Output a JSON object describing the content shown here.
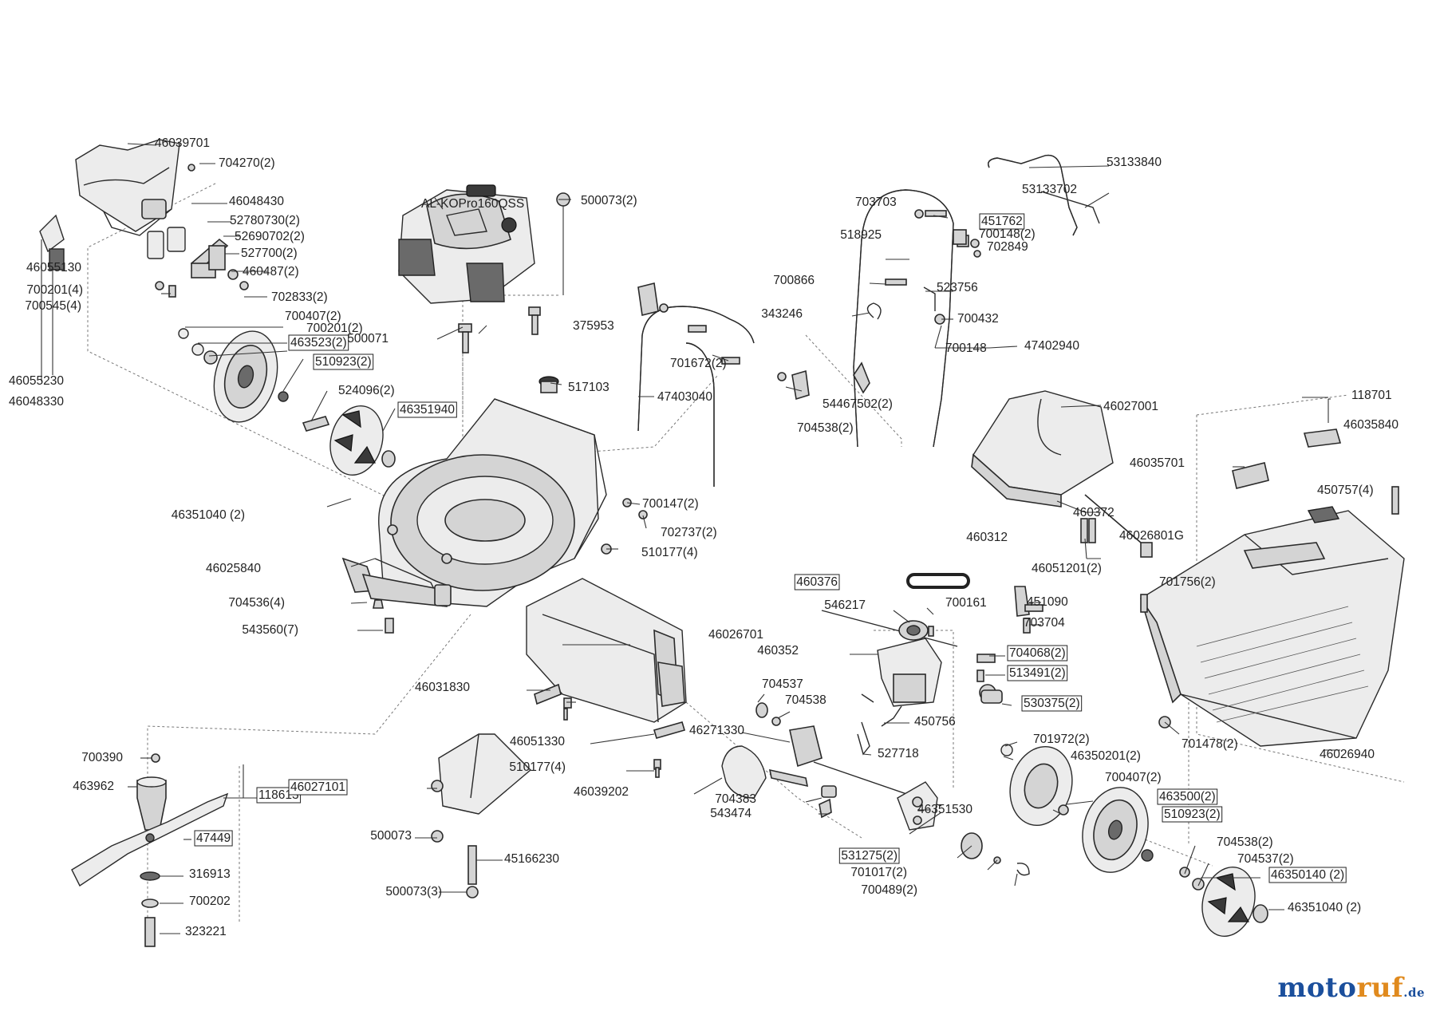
{
  "labels": [
    {
      "id": "l01",
      "text": "46039701"
    },
    {
      "id": "l02",
      "text": "704270(2)"
    },
    {
      "id": "l03",
      "text": "46048430"
    },
    {
      "id": "l04",
      "text": "52780730(2)"
    },
    {
      "id": "l05",
      "text": "52690702(2)"
    },
    {
      "id": "l06",
      "text": "527700(2)"
    },
    {
      "id": "l07",
      "text": "460487(2)"
    },
    {
      "id": "l08",
      "text": "46055130"
    },
    {
      "id": "l09",
      "text": "700201(4)"
    },
    {
      "id": "l10",
      "text": "700545(4)"
    },
    {
      "id": "l11",
      "text": "702833(2)"
    },
    {
      "id": "l12",
      "text": "700407(2)"
    },
    {
      "id": "l13",
      "text": "700201(2)"
    },
    {
      "id": "l14",
      "text": "463523(2)"
    },
    {
      "id": "l15",
      "text": "510923(2)"
    },
    {
      "id": "l16",
      "text": "46055230"
    },
    {
      "id": "l17",
      "text": "46048330"
    },
    {
      "id": "l18",
      "text": "524096(2)"
    },
    {
      "id": "l19",
      "text": "46351940"
    },
    {
      "id": "l20",
      "text": "46351040 (2)"
    },
    {
      "id": "l21",
      "text": "AL-KOPro160QSS"
    },
    {
      "id": "l22",
      "text": "500073(2)"
    },
    {
      "id": "l23",
      "text": "500071"
    },
    {
      "id": "l24",
      "text": "375953"
    },
    {
      "id": "l25",
      "text": "517103"
    },
    {
      "id": "l26",
      "text": "46025840"
    },
    {
      "id": "l27",
      "text": "704536(4)"
    },
    {
      "id": "l28",
      "text": "543560(7)"
    },
    {
      "id": "l29",
      "text": "700147(2)"
    },
    {
      "id": "l30",
      "text": "702737(2)"
    },
    {
      "id": "l31",
      "text": "510177(4)"
    },
    {
      "id": "l32",
      "text": "47403040"
    },
    {
      "id": "l33",
      "text": "701672(2)"
    },
    {
      "id": "l34",
      "text": "54467502(2)"
    },
    {
      "id": "l35",
      "text": "704538(2)"
    },
    {
      "id": "l36",
      "text": "703703"
    },
    {
      "id": "l37",
      "text": "518925"
    },
    {
      "id": "l38",
      "text": "451762"
    },
    {
      "id": "l39",
      "text": "700148(2)"
    },
    {
      "id": "l40",
      "text": "702849"
    },
    {
      "id": "l41",
      "text": "53133840"
    },
    {
      "id": "l42",
      "text": "53133702"
    },
    {
      "id": "l43",
      "text": "700866"
    },
    {
      "id": "l44",
      "text": "523756"
    },
    {
      "id": "l45",
      "text": "343246"
    },
    {
      "id": "l46",
      "text": "700432"
    },
    {
      "id": "l47",
      "text": "700148"
    },
    {
      "id": "l48",
      "text": "47402940"
    },
    {
      "id": "l49",
      "text": "46027001"
    },
    {
      "id": "l50",
      "text": "118701"
    },
    {
      "id": "l51",
      "text": "46035840"
    },
    {
      "id": "l52",
      "text": "46035701"
    },
    {
      "id": "l53",
      "text": "450757(4)"
    },
    {
      "id": "l54",
      "text": "460372"
    },
    {
      "id": "l55",
      "text": "460312"
    },
    {
      "id": "l56",
      "text": "46026801G"
    },
    {
      "id": "l57",
      "text": "46051201(2)"
    },
    {
      "id": "l58",
      "text": "701756(2)"
    },
    {
      "id": "l59",
      "text": "460376"
    },
    {
      "id": "l60",
      "text": "546217"
    },
    {
      "id": "l61",
      "text": "700161"
    },
    {
      "id": "l62",
      "text": "451090"
    },
    {
      "id": "l63",
      "text": "703704"
    },
    {
      "id": "l64",
      "text": "460352"
    },
    {
      "id": "l65",
      "text": "704068(2)"
    },
    {
      "id": "l66",
      "text": "513491(2)"
    },
    {
      "id": "l67",
      "text": "530375(2)"
    },
    {
      "id": "l68",
      "text": "450756"
    },
    {
      "id": "l69",
      "text": "527718"
    },
    {
      "id": "l70",
      "text": "701478(2)"
    },
    {
      "id": "l71",
      "text": "46026940"
    },
    {
      "id": "l72",
      "text": "46026701"
    },
    {
      "id": "l73",
      "text": "46031830"
    },
    {
      "id": "l74",
      "text": "704537"
    },
    {
      "id": "l75",
      "text": "704538"
    },
    {
      "id": "l76",
      "text": "46271330"
    },
    {
      "id": "l77",
      "text": "46051330"
    },
    {
      "id": "l78",
      "text": "510177(4)"
    },
    {
      "id": "l79",
      "text": "46039202"
    },
    {
      "id": "l80",
      "text": "704383"
    },
    {
      "id": "l81",
      "text": "543474"
    },
    {
      "id": "l82",
      "text": "701972(2)"
    },
    {
      "id": "l83",
      "text": "46350201(2)"
    },
    {
      "id": "l84",
      "text": "700407(2)"
    },
    {
      "id": "l85",
      "text": "463500(2)"
    },
    {
      "id": "l86",
      "text": "510923(2)"
    },
    {
      "id": "l87",
      "text": "46351530"
    },
    {
      "id": "l88",
      "text": "531275(2)"
    },
    {
      "id": "l89",
      "text": "701017(2)"
    },
    {
      "id": "l90",
      "text": "700489(2)"
    },
    {
      "id": "l91",
      "text": "704538(2)"
    },
    {
      "id": "l92",
      "text": "704537(2)"
    },
    {
      "id": "l93",
      "text": "46350140 (2)"
    },
    {
      "id": "l94",
      "text": "46351040 (2)"
    },
    {
      "id": "l95",
      "text": "700390"
    },
    {
      "id": "l96",
      "text": "463962"
    },
    {
      "id": "l97",
      "text": "118613"
    },
    {
      "id": "l98",
      "text": "47449"
    },
    {
      "id": "l99",
      "text": "316913"
    },
    {
      "id": "l100",
      "text": "700202"
    },
    {
      "id": "l101",
      "text": "323221"
    },
    {
      "id": "l102",
      "text": "46027101"
    },
    {
      "id": "l103",
      "text": "500073"
    },
    {
      "id": "l104",
      "text": "45166230"
    },
    {
      "id": "l105",
      "text": "500073(3)"
    }
  ],
  "watermark": {
    "part1": "moto",
    "part2": "ruf",
    "suffix": ".de"
  }
}
